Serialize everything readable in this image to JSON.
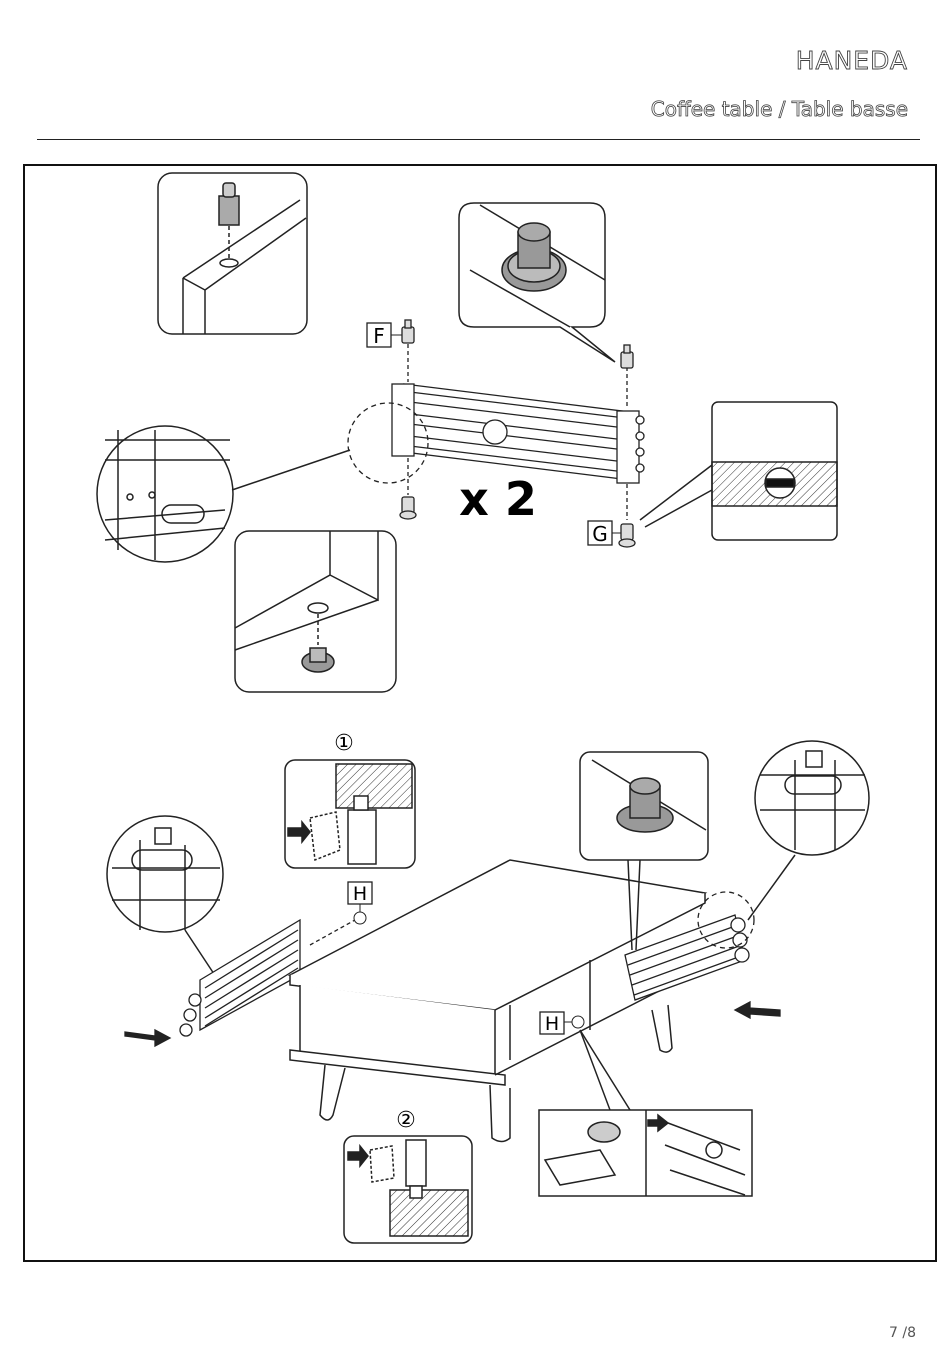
{
  "header": {
    "brand": "HANEDA",
    "subtitle": "Coffee table / Table basse"
  },
  "step": {
    "quantity": "x 2",
    "parts": {
      "f": "F",
      "g": "G",
      "h": "H"
    },
    "substeps": {
      "one": "①",
      "two": "②"
    }
  },
  "footer": {
    "page": "7 /8"
  }
}
